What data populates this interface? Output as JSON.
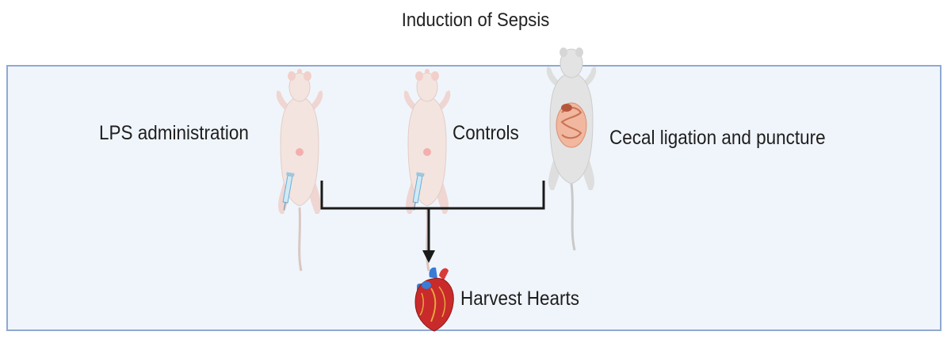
{
  "title": "Induction of Sepsis",
  "groups": {
    "lps": "LPS administration",
    "controls": "Controls",
    "clp": "Cecal ligation and puncture"
  },
  "outcome": "Harvest Hearts",
  "colors": {
    "panel_fill": "#f0f5fb",
    "panel_border": "#8fa9d2",
    "connector": "#1a1a1a",
    "mouse_body": "#f3e4df",
    "mouse_clp_body": "#e3e3e3",
    "heart_red": "#c92a2a",
    "heart_blue": "#3a7bd5"
  },
  "icons": [
    "mouse-icon",
    "syringe-icon",
    "intestine-icon",
    "heart-icon"
  ]
}
